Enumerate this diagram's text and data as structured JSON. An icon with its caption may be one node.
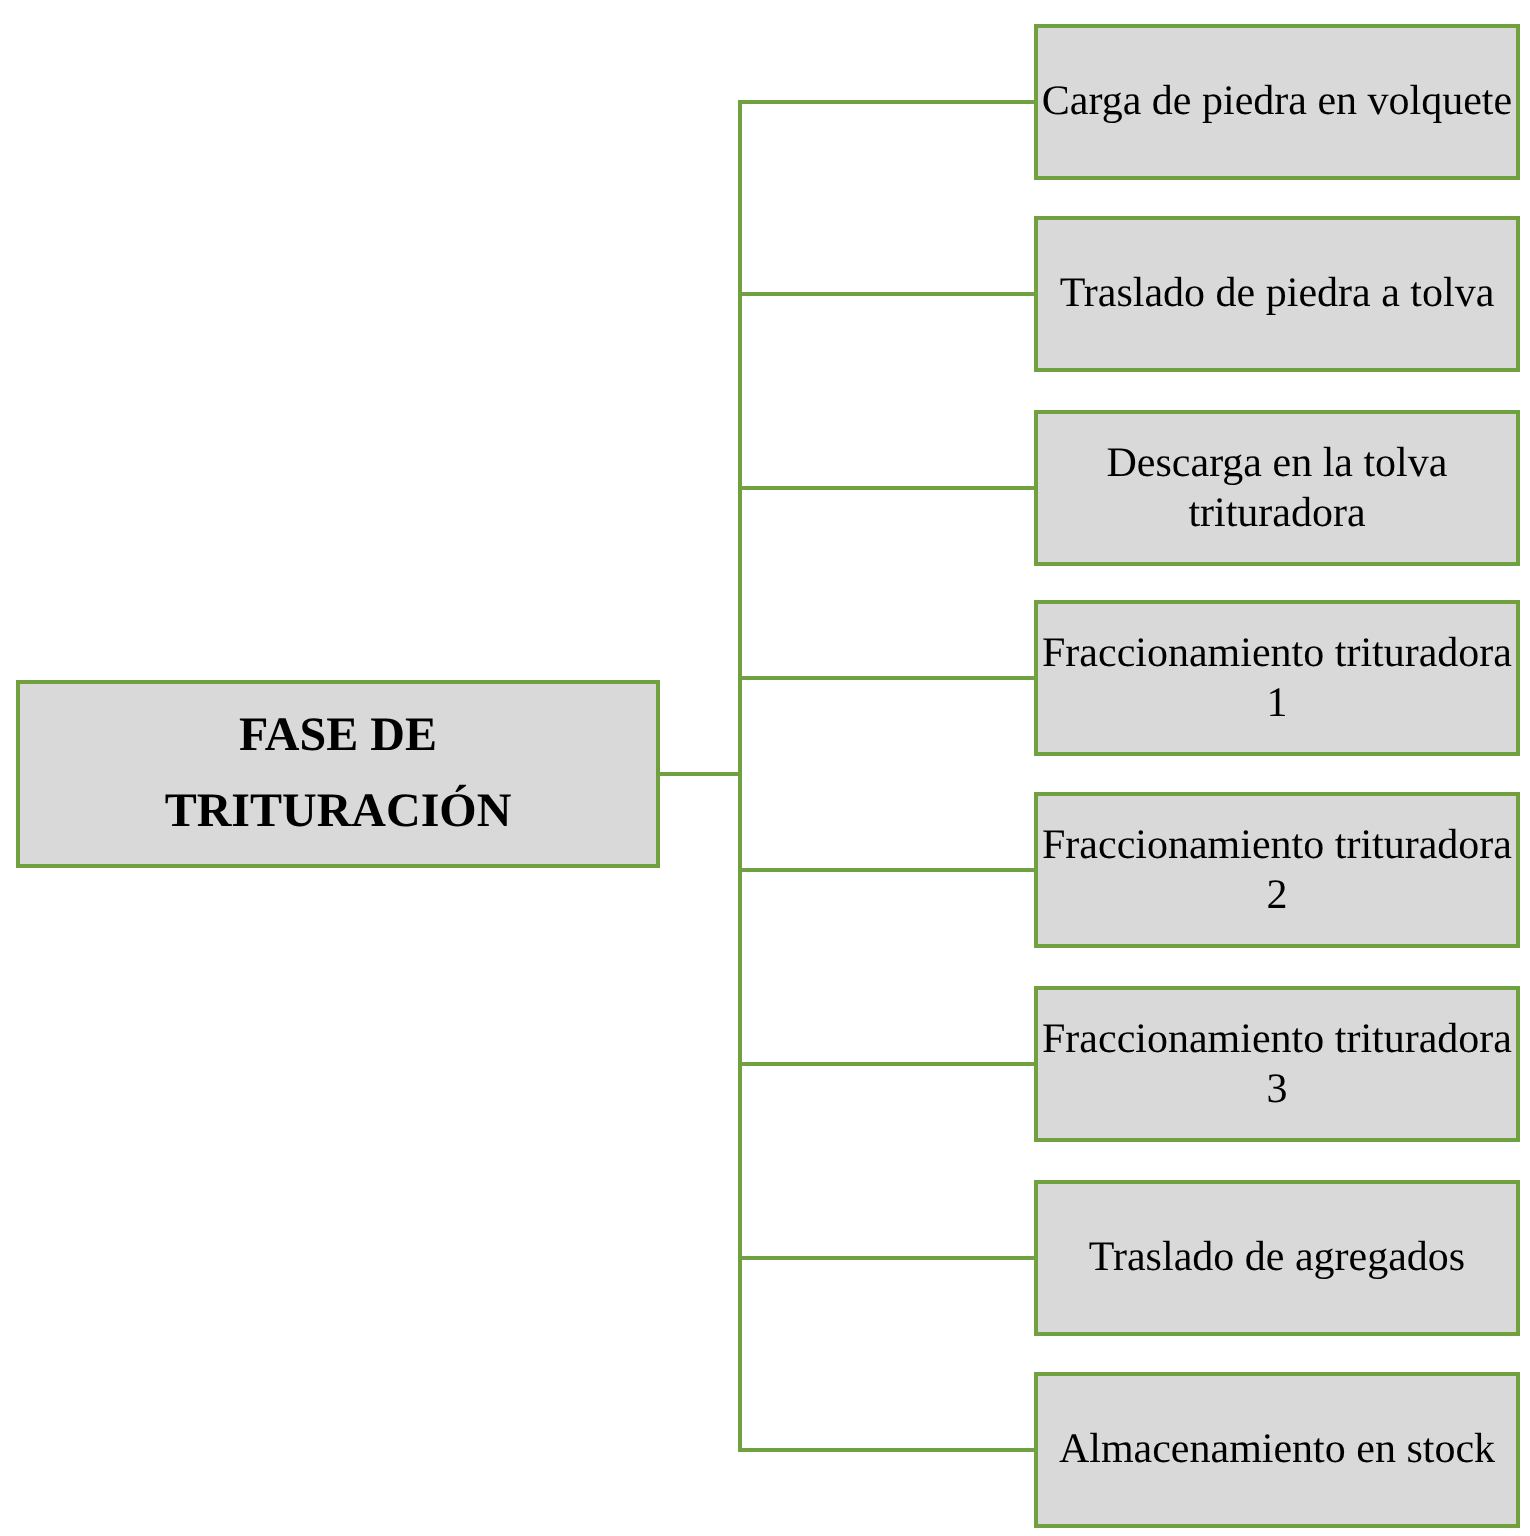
{
  "diagram": {
    "nodes": [
      {
        "text": [
          "FASE DE TRITURACIÓN"
        ]
      },
      {
        "text": [
          "Carga de piedra en volquete"
        ]
      },
      {
        "text": [
          "Traslado de piedra a tolva"
        ]
      },
      {
        "text": [
          "Descarga en la tolva trituradora"
        ]
      },
      {
        "text": [
          "Fraccionamiento trituradora 1"
        ]
      },
      {
        "text": [
          "Fraccionamiento trituradora 2"
        ]
      },
      {
        "text": [
          "Fraccionamiento trituradora 3"
        ]
      },
      {
        "text": [
          "Traslado de agregados"
        ]
      },
      {
        "text": [
          "Almacenamiento en stock"
        ]
      }
    ],
    "edges": [
      {
        "from": 0,
        "to": 1,
        "arrow": "none"
      },
      {
        "from": 0,
        "to": 2,
        "arrow": "none"
      },
      {
        "from": 0,
        "to": 3,
        "arrow": "none"
      },
      {
        "from": 0,
        "to": 4,
        "arrow": "none"
      },
      {
        "from": 0,
        "to": 5,
        "arrow": "none"
      },
      {
        "from": 0,
        "to": 6,
        "arrow": "none"
      },
      {
        "from": 0,
        "to": 7,
        "arrow": "none"
      },
      {
        "from": 0,
        "to": 8,
        "arrow": "none"
      }
    ]
  }
}
